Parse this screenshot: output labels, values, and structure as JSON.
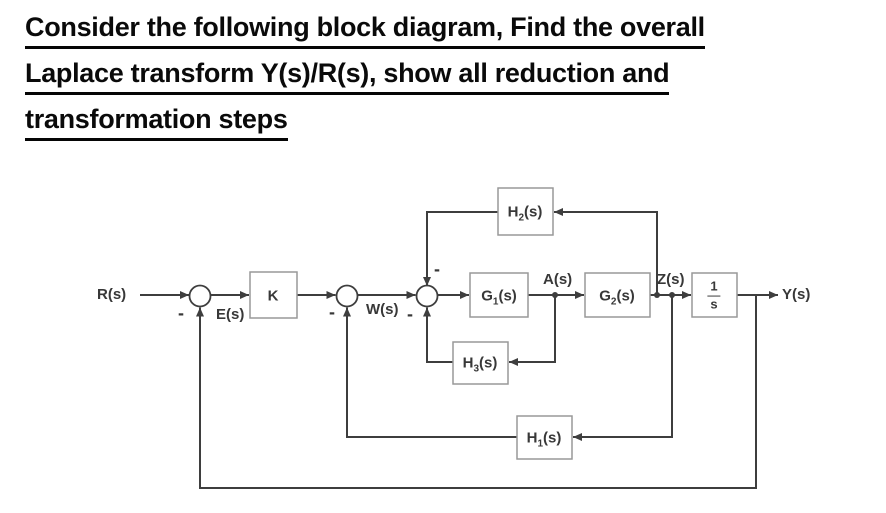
{
  "title": {
    "line1": "Consider the following block diagram, Find the overall",
    "line2": "Laplace transform Y(s)/R(s), show all reduction and",
    "line3": "transformation steps"
  },
  "diagram": {
    "signals": {
      "input": "R(s)",
      "error": "E(s)",
      "w": "W(s)",
      "a": "A(s)",
      "z": "Z(s)",
      "output": "Y(s)"
    },
    "blocks": {
      "k": {
        "text": "K"
      },
      "g1": {
        "base": "G",
        "sub": "1",
        "arg": "(s)"
      },
      "g2": {
        "base": "G",
        "sub": "2",
        "arg": "(s)"
      },
      "h1": {
        "base": "H",
        "sub": "1",
        "arg": "(s)"
      },
      "h2": {
        "base": "H",
        "sub": "2",
        "arg": "(s)"
      },
      "h3": {
        "base": "H",
        "sub": "3",
        "arg": "(s)"
      },
      "integrator": {
        "num": "1",
        "den": "s"
      }
    },
    "minus_sign": "-",
    "colors": {
      "line": "#3e3e3e",
      "block_border": "#999999",
      "label": "#383838"
    }
  }
}
